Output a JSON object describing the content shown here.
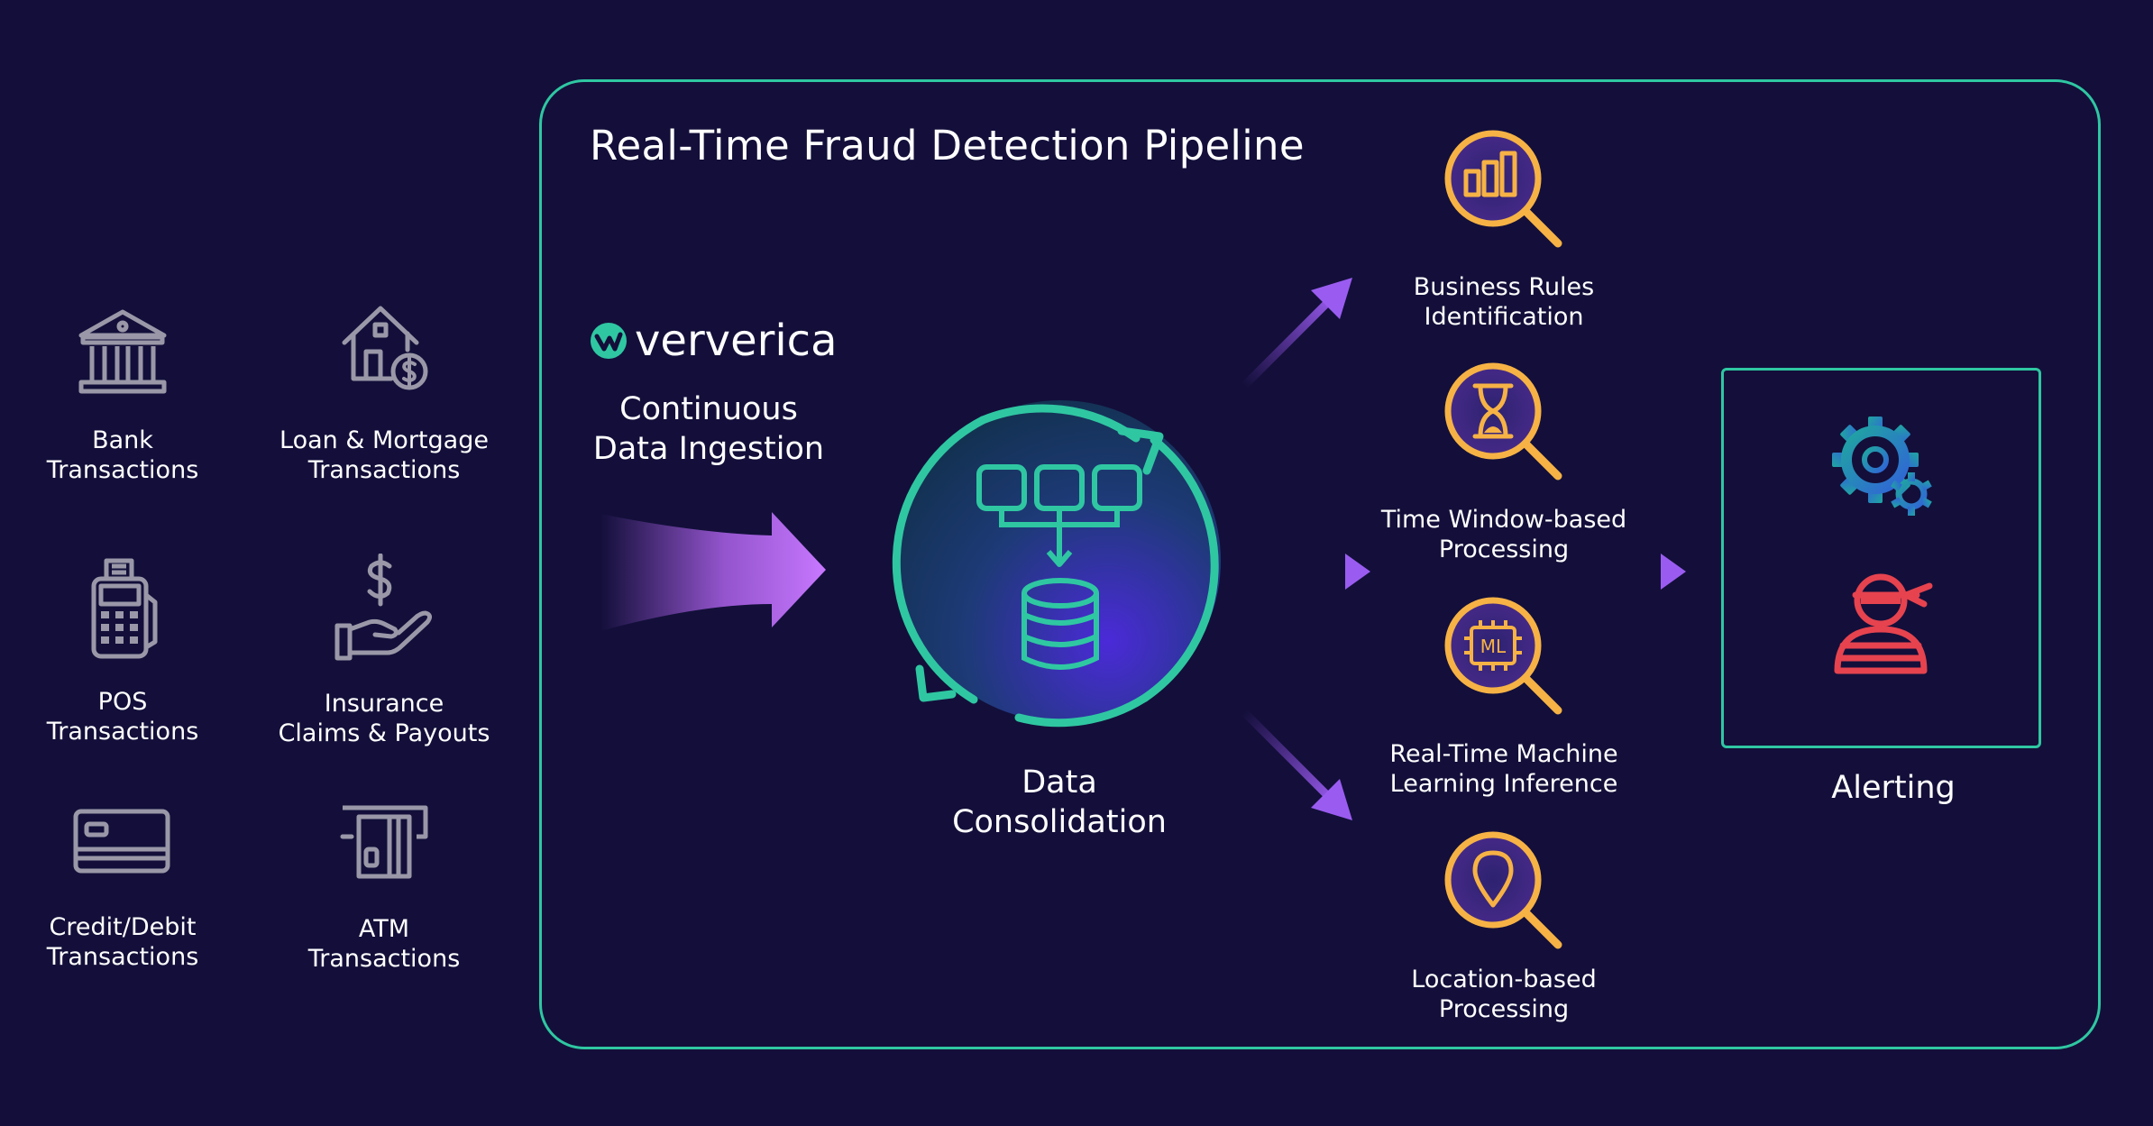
{
  "sources": [
    {
      "id": "bank",
      "label": "Bank\nTransactions",
      "icon": "bank-icon"
    },
    {
      "id": "loan",
      "label": "Loan & Mortgage\nTransactions",
      "icon": "house-dollar-icon"
    },
    {
      "id": "pos",
      "label": "POS\nTransactions",
      "icon": "pos-terminal-icon"
    },
    {
      "id": "insurance",
      "label": "Insurance\nClaims & Payouts",
      "icon": "hand-dollar-icon"
    },
    {
      "id": "card",
      "label": "Credit/Debit\nTransactions",
      "icon": "credit-card-icon"
    },
    {
      "id": "atm",
      "label": "ATM\nTransactions",
      "icon": "atm-icon"
    }
  ],
  "pipeline": {
    "title": "Real-Time Fraud Detection Pipeline",
    "brand": "ververica",
    "ingestion_label": "Continuous\nData Ingestion",
    "consolidation_label": "Data\nConsolidation"
  },
  "processors": [
    {
      "id": "rules",
      "label": "Business Rules\nIdentification",
      "icon": "bar-chart-magnifier-icon"
    },
    {
      "id": "time",
      "label": "Time Window-based\nProcessing",
      "icon": "hourglass-magnifier-icon"
    },
    {
      "id": "ml",
      "label": "Real-Time Machine\nLearning Inference",
      "icon": "ml-chip-magnifier-icon",
      "chip_text": "ML"
    },
    {
      "id": "location",
      "label": "Location-based\nProcessing",
      "icon": "location-pin-magnifier-icon"
    }
  ],
  "alerting": {
    "label": "Alerting",
    "icons": [
      "gears-icon",
      "masked-thief-icon"
    ]
  },
  "colors": {
    "background": "#130f3a",
    "accent_teal": "#2fc7a2",
    "accent_purple": "#b466f2",
    "accent_orange": "#f6b245",
    "icon_grey": "#9a98a8",
    "alert_red": "#e6434f",
    "gear_teal": "#1fa6a0",
    "gear_blue": "#3163d8"
  }
}
